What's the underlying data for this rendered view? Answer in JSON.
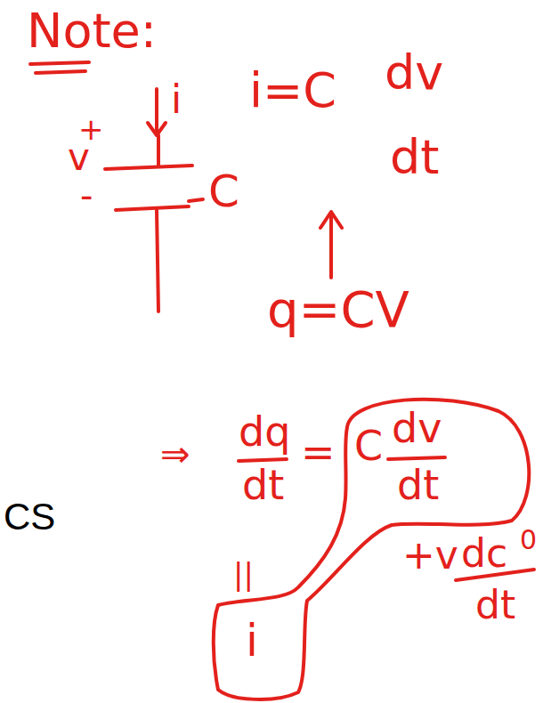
{
  "diagram": {
    "labels": [
      "Note:",
      "i",
      "+",
      "v",
      "-",
      "C",
      "i=C",
      "dv",
      "dt",
      "q=CV",
      "CS",
      "⇒",
      "dq",
      "dt",
      "=",
      "C",
      "dv",
      "dt",
      "0",
      "+v",
      "dc",
      "dt",
      "||",
      "i"
    ]
  }
}
